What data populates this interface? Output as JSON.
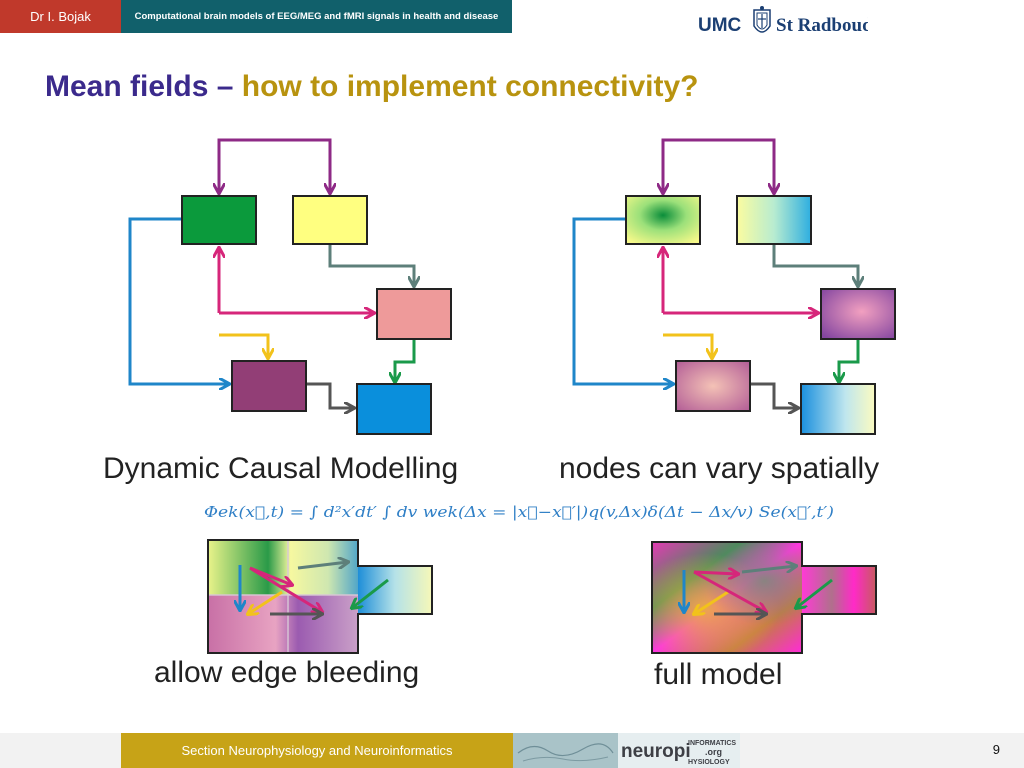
{
  "header": {
    "author": "Dr I. Bojak",
    "talk_title": "Computational brain models of EEG/MEG and fMRI signals in health and disease",
    "logo_left": "UMC",
    "logo_right": "St Radboud"
  },
  "slide": {
    "title_part1": "Mean fields –",
    "title_part2": "how to implement connectivity?"
  },
  "captions": {
    "dcm": "Dynamic Causal Modelling",
    "spatial": "nodes can vary spatially",
    "bleeding": "allow edge bleeding",
    "full": "full model"
  },
  "formula": "Φek(x⃗,t) = ∫ d²x′dt′ ∫ dv wek(Δx = |x⃗−x⃗′|)q(v,Δx)δ(Δt − Δx/v) Se(x⃗′,t′)",
  "footer": {
    "section": "Section Neurophysiology and Neuroinformatics",
    "brand_main": "neuropi",
    "brand_top": "INFORMATICS",
    "brand_org": ".org",
    "brand_bottom": "HYSIOLOGY",
    "page": "9"
  },
  "colors": {
    "purple": "#8e2a86",
    "blue": "#1f86c9",
    "pink": "#d6267a",
    "yellow": "#f2c21b",
    "teal_gray": "#5d7f7a",
    "green": "#1a9a4a",
    "dark_gray": "#555555",
    "node_green": "#0b9a3c",
    "node_yellow": "#ffff80",
    "node_pink": "#ee9a9a",
    "node_purple": "#923e76",
    "node_blue": "#0a8fdc"
  }
}
